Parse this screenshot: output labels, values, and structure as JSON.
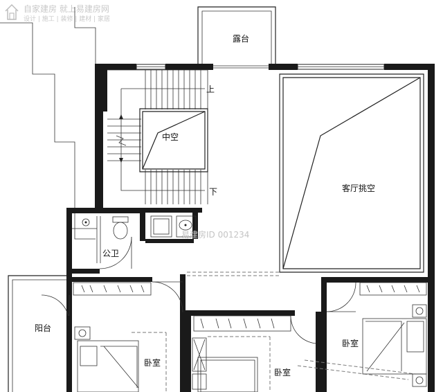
{
  "watermark": {
    "brand_line": "自家建房 就上易建房网",
    "tags_line": "设计 | 施工 | 装修 | 建材 | 家居",
    "plan_id": "易建房ID 001234"
  },
  "rooms": {
    "terrace": "露台",
    "up": "上",
    "void": "中空",
    "down": "下",
    "living_void": "客厅挑空",
    "public_bath": "公卫",
    "balcony": "阳台",
    "bedroom_left": "卧室",
    "bedroom_middle": "卧室",
    "bedroom_right": "卧室"
  }
}
